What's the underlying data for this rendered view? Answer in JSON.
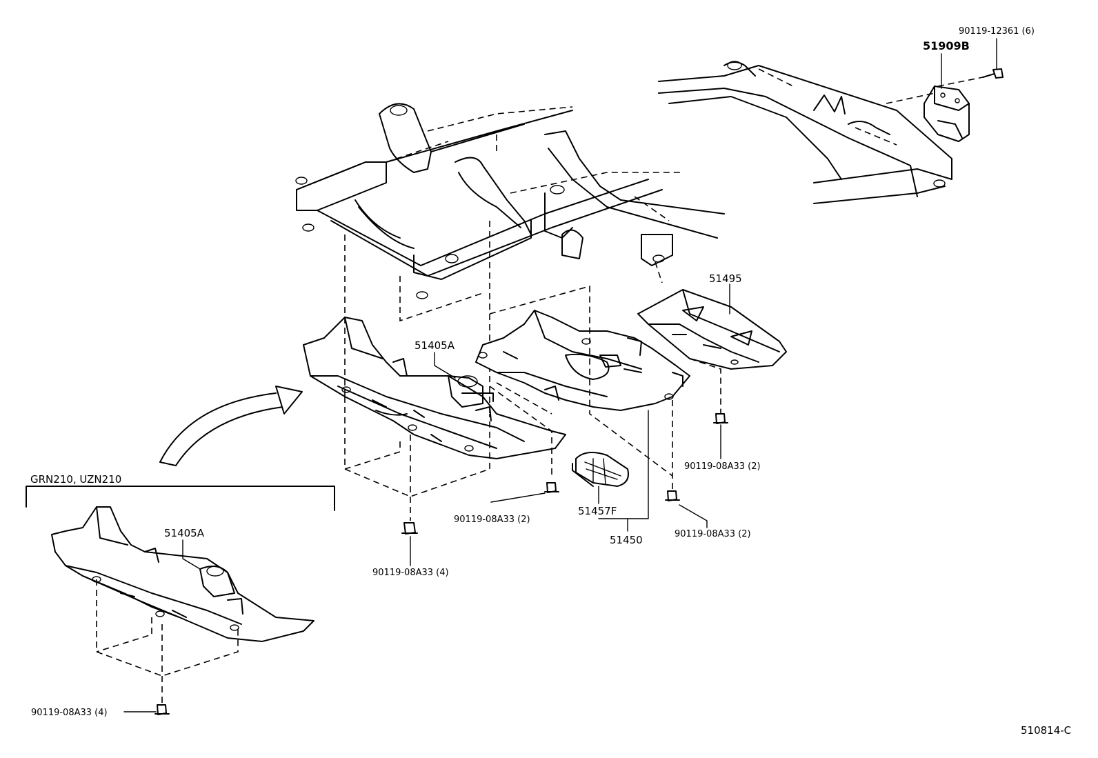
{
  "labels": {
    "bolt_top_right": "90119-12361 (6)",
    "bracket_rear": "51909B",
    "cover_right": "51495",
    "cover_front": "51405A",
    "bolt_mid_left": "90119-08A33 (2)",
    "bolt_front_bottom": "90119-08A33 (4)",
    "cover_plug": "51457F",
    "cover_assy": "51450",
    "bolt_mid_right": "90119-08A33 (2)",
    "bolt_far_right": "90119-08A33 (2)",
    "variant_title": "GRN210, UZN210",
    "cover_front_variant": "51405A",
    "bolt_variant": "90119-08A33 (4)",
    "diagram_code": "510814-C"
  }
}
